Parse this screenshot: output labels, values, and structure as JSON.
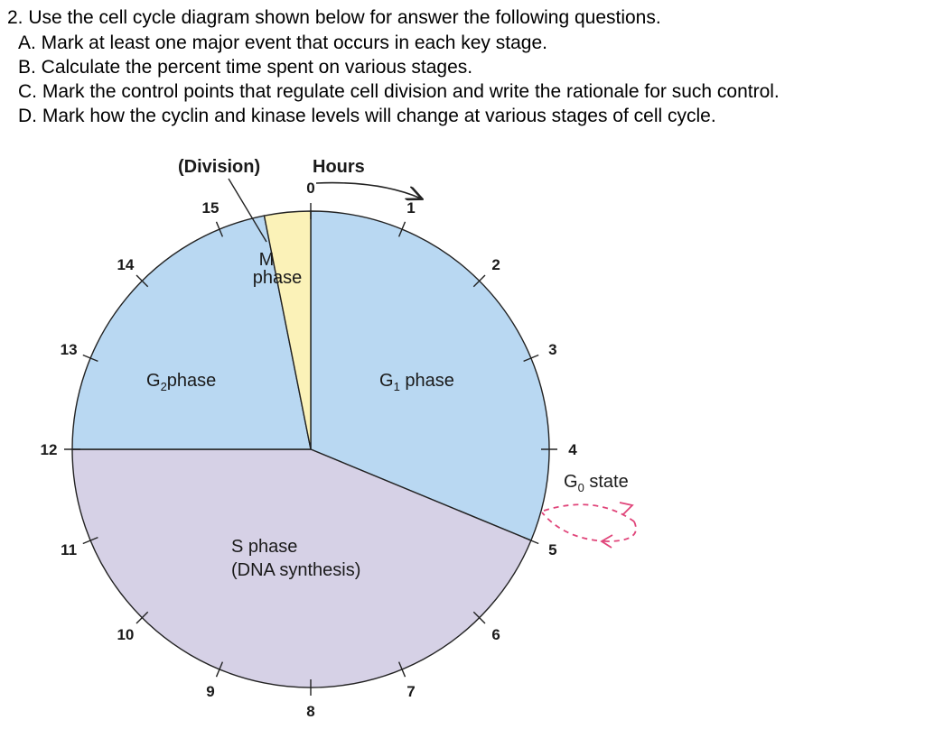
{
  "question": {
    "main": "2.   Use the cell cycle diagram shown below for answer the following questions.",
    "parts": [
      "A. Mark at least one major event that occurs in each key stage.",
      "B. Calculate the percent time spent on various stages.",
      "C. Mark the control points that regulate cell division and write the rationale for such control.",
      "D. Mark how the cyclin and kinase levels will change at various stages of cell cycle."
    ]
  },
  "diagram": {
    "division_label": "(Division)",
    "hours_label": "Hours",
    "total_hours": 16,
    "hour_labels": [
      "0",
      "1",
      "2",
      "3",
      "4",
      "5",
      "6",
      "7",
      "8",
      "9",
      "10",
      "11",
      "12",
      "13",
      "14",
      "15"
    ],
    "phases": [
      {
        "id": "g1",
        "start": 0,
        "end": 5,
        "label": "G",
        "sub": "1",
        "suffix": " phase",
        "color": "#b9d8f2"
      },
      {
        "id": "s",
        "start": 5,
        "end": 12,
        "label": "S phase",
        "label2": "(DNA synthesis)",
        "color": "#d6d1e6"
      },
      {
        "id": "g2",
        "start": 12,
        "end": 15.5,
        "label": "G",
        "sub": "2",
        "suffix": "phase",
        "color": "#b9d8f2"
      },
      {
        "id": "m",
        "start": 15.5,
        "end": 16,
        "label": "M",
        "label2": "phase",
        "color": "#fbf2b8"
      }
    ],
    "g0": {
      "label": "G",
      "sub": "0",
      "suffix": " state",
      "arrow_color": "#e0457a"
    }
  }
}
